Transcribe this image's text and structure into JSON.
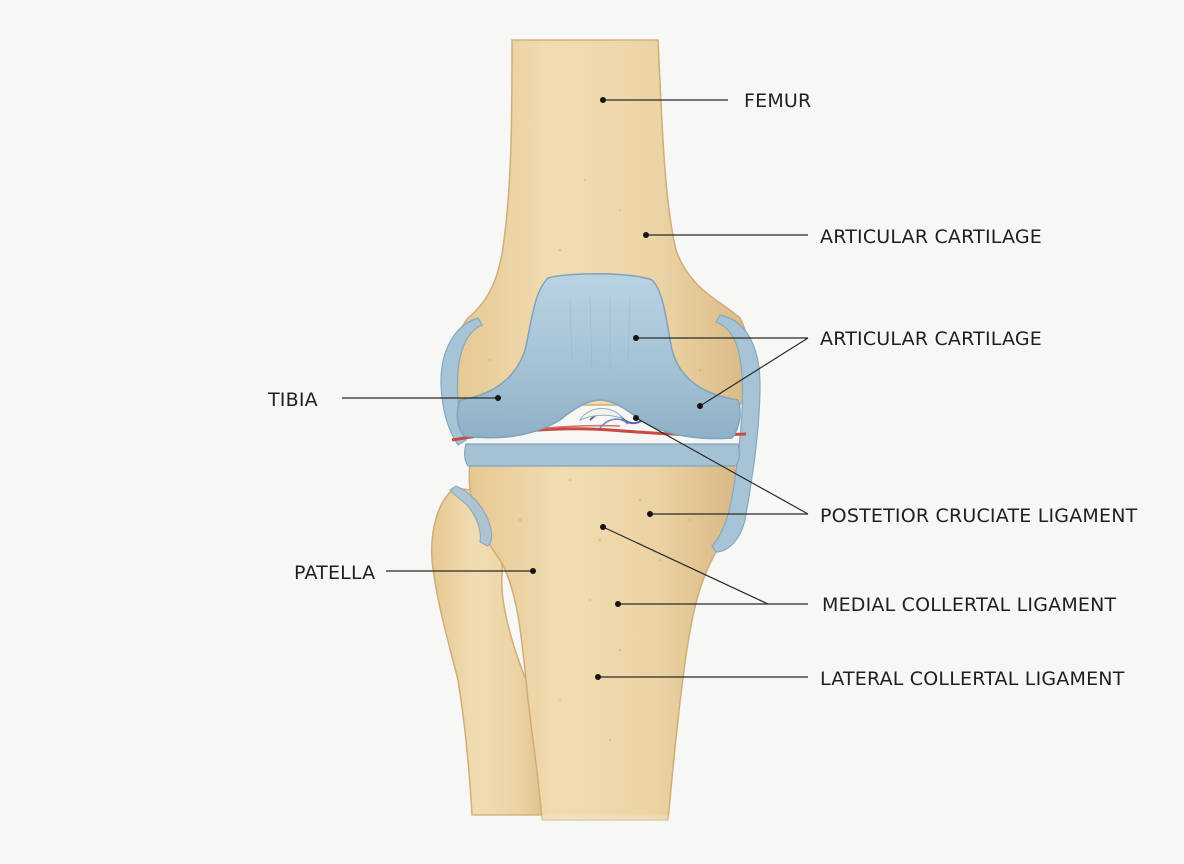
{
  "labels": {
    "femur": "FEMUR",
    "articular_cartilage_1": "ARTICULAR CARTILAGE",
    "articular_cartilage_2": "ARTICULAR CARTILAGE",
    "tibia": "TIBIA",
    "posterior_cruciate_ligament": "POSTETIOR CRUCIATE LIGAMENT",
    "patella": "PATELLA",
    "medial_collateral_ligament": "MEDIAL COLLERTAL LIGAMENT",
    "lateral_collateral_ligament": "LATERAL COLLERTAL LIGAMENT"
  },
  "colors": {
    "bone": "#ecd3a5",
    "bone_shadow": "#d8b984",
    "cartilage": "#a9c6d8",
    "cartilage_shadow": "#7fa3bc",
    "artery": "#c94a45",
    "vein": "#5a63a8"
  }
}
